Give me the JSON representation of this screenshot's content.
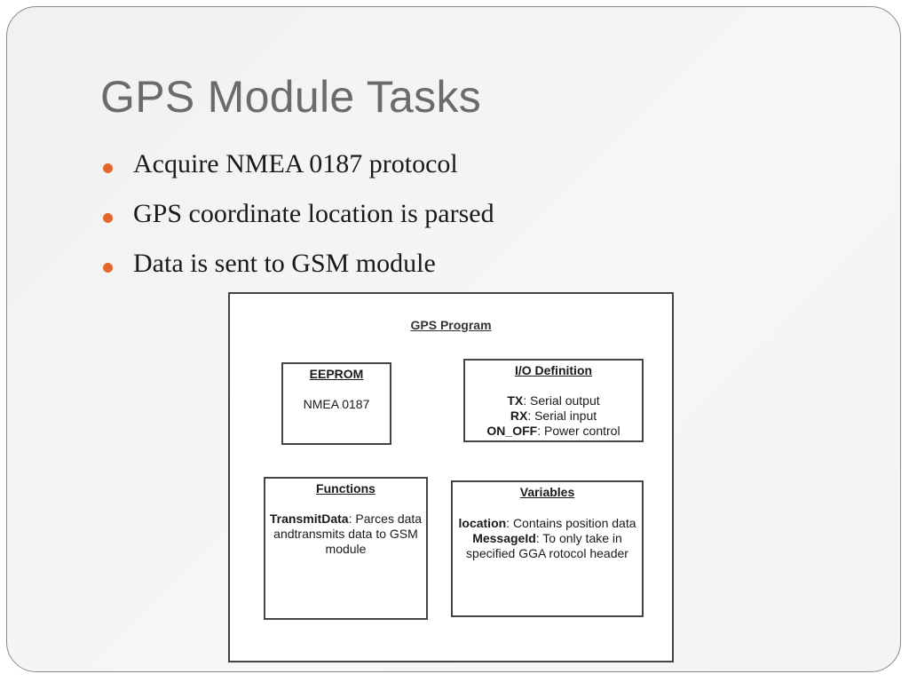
{
  "slide": {
    "title": "GPS Module Tasks",
    "bullets": [
      "Acquire NMEA 0187 protocol",
      "GPS coordinate location is parsed",
      "Data is sent to GSM module"
    ]
  },
  "diagram": {
    "title": "GPS Program",
    "eeprom": {
      "title": "EEPROM",
      "body": "NMEA 0187"
    },
    "io": {
      "title": "I/O Definition",
      "lines": [
        {
          "key": "TX",
          "text": ": Serial output"
        },
        {
          "key": "RX",
          "text": ": Serial input"
        },
        {
          "key": "ON_OFF",
          "text": ": Power control"
        }
      ]
    },
    "functions": {
      "title": "Functions",
      "key": "TransmitData",
      "text": ": Parces data andtransmits data to GSM module"
    },
    "variables": {
      "title": "Variables",
      "lines": [
        {
          "key": "location",
          "text": ": Contains position data"
        },
        {
          "key": "MessageId",
          "text": ": To only take in specified GGA rotocol header"
        }
      ]
    }
  },
  "colors": {
    "bullet": "#e2692d",
    "title": "#6b6b6b"
  }
}
